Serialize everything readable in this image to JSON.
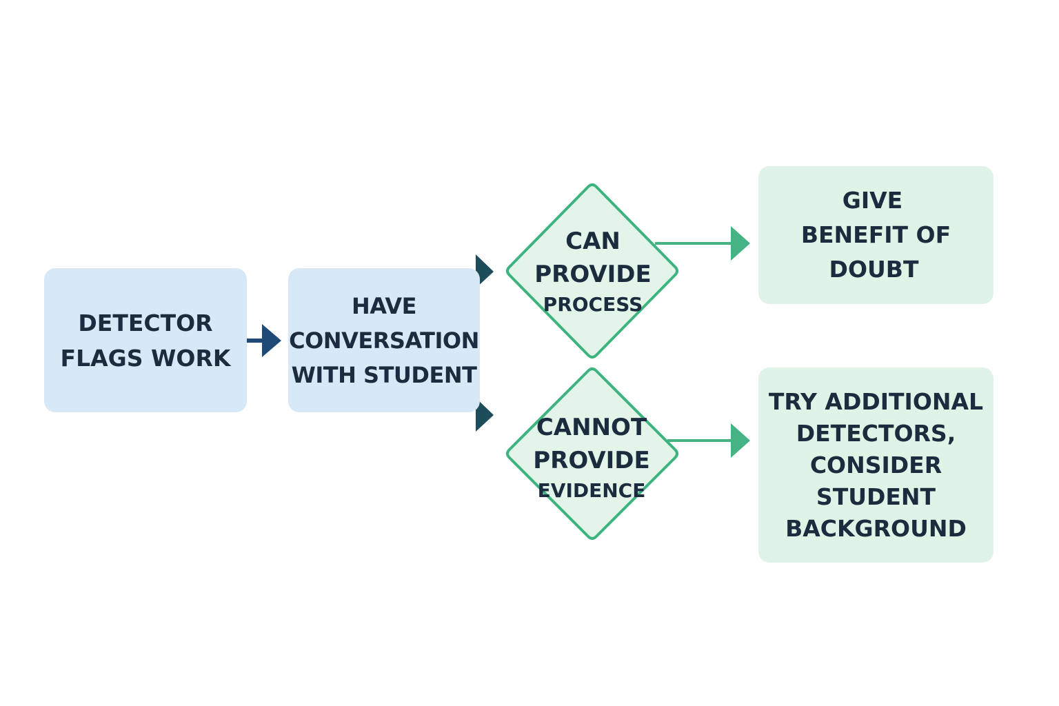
{
  "nodes": {
    "detector": {
      "lines": [
        "DETECTOR",
        "FLAGS WORK"
      ]
    },
    "conversation": {
      "lines": [
        "HAVE",
        "CONVERSATION",
        "WITH STUDENT"
      ]
    },
    "can_provide": {
      "lines": [
        "CAN",
        "PROVIDE",
        "PROCESS"
      ]
    },
    "cannot_provide": {
      "lines": [
        "CANNOT",
        "PROVIDE",
        "EVIDENCE"
      ]
    },
    "benefit": {
      "lines": [
        "GIVE",
        "BENEFIT OF",
        "DOUBT"
      ]
    },
    "additional": {
      "lines": [
        "TRY ADDITIONAL",
        "DETECTORS,",
        "CONSIDER",
        "STUDENT",
        "BACKGROUND"
      ]
    }
  },
  "colors": {
    "blue_fill": "#d7e8f6",
    "green_fill": "#dff3e6",
    "diamond_fill": "#e3f4e9",
    "diamond_stroke": "#3db37f",
    "green_arrow": "#45b383",
    "dark_blue_arrow": "#1f4a78",
    "dark_teal_arrow": "#1d4d5a",
    "text": "#1d2b3f"
  }
}
